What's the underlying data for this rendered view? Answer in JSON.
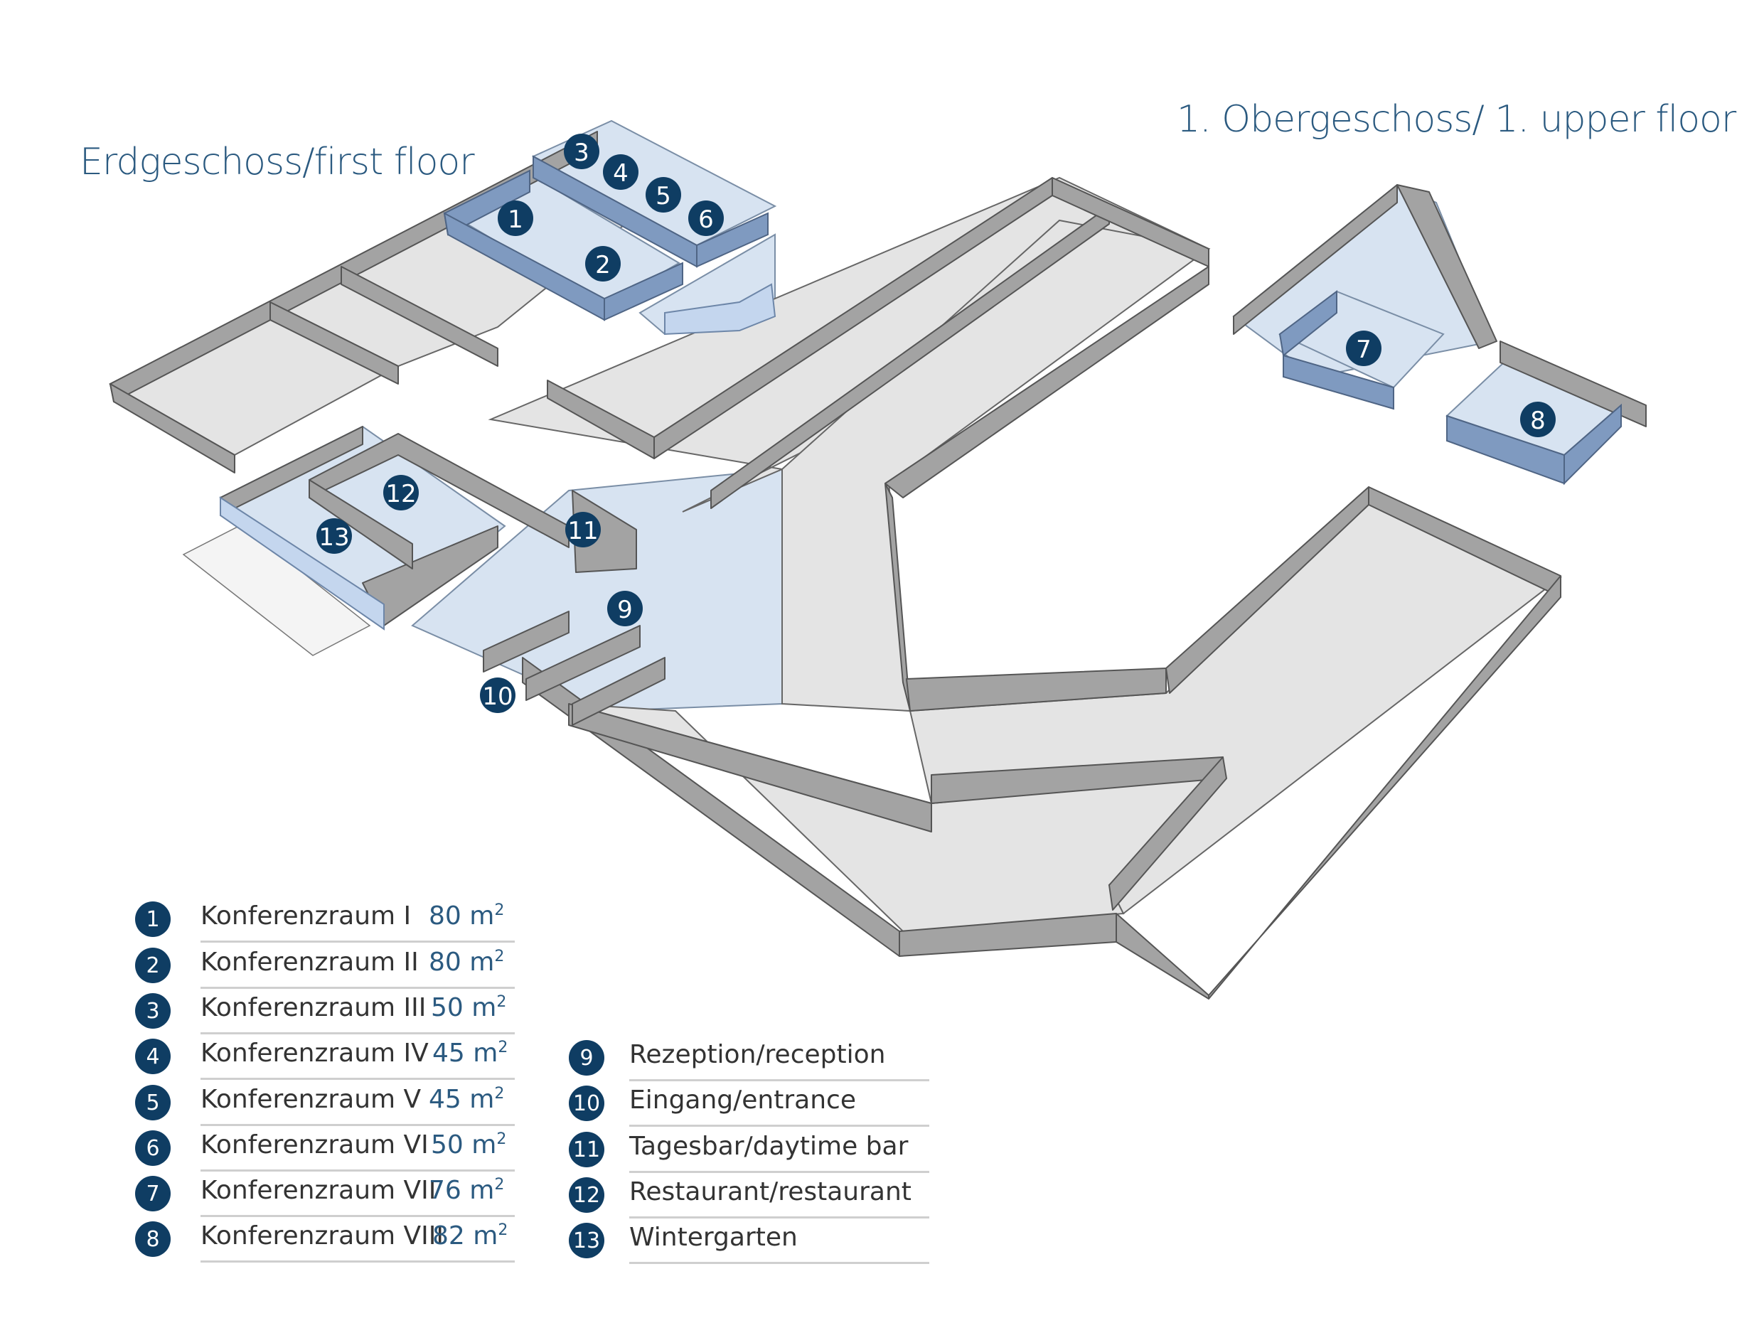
{
  "titles": {
    "ground": "Erdgeschoss/first floor",
    "upper": "1. Obergeschoss/ 1. upper floor"
  },
  "markers": [
    "1",
    "2",
    "3",
    "4",
    "5",
    "6",
    "7",
    "8",
    "9",
    "10",
    "11",
    "12",
    "13"
  ],
  "legend_left": [
    {
      "num": "1",
      "name": "Konferenzraum I",
      "area": "80 m",
      "unit_sup": "2"
    },
    {
      "num": "2",
      "name": "Konferenzraum II",
      "area": "80 m",
      "unit_sup": "2"
    },
    {
      "num": "3",
      "name": "Konferenzraum III",
      "area": "50 m",
      "unit_sup": "2"
    },
    {
      "num": "4",
      "name": "Konferenzraum IV",
      "area": "45 m",
      "unit_sup": "2"
    },
    {
      "num": "5",
      "name": "Konferenzraum V",
      "area": "45 m",
      "unit_sup": "2"
    },
    {
      "num": "6",
      "name": "Konferenzraum VI",
      "area": "50 m",
      "unit_sup": "2"
    },
    {
      "num": "7",
      "name": "Konferenzraum VII",
      "area": "76 m",
      "unit_sup": "2"
    },
    {
      "num": "8",
      "name": "Konferenzraum VIII",
      "area": "82 m",
      "unit_sup": "2"
    }
  ],
  "legend_right": [
    {
      "num": "9",
      "name": "Rezeption/reception"
    },
    {
      "num": "10",
      "name": "Eingang/entrance"
    },
    {
      "num": "11",
      "name": "Tagesbar/daytime bar"
    },
    {
      "num": "12",
      "name": "Restaurant/restaurant"
    },
    {
      "num": "13",
      "name": "Wintergarten"
    }
  ],
  "colors": {
    "marker": "#0f3d63",
    "title": "#2b5a80",
    "conference_blue": "#d7e3f1",
    "wall_grey": "#a3a3a3"
  }
}
